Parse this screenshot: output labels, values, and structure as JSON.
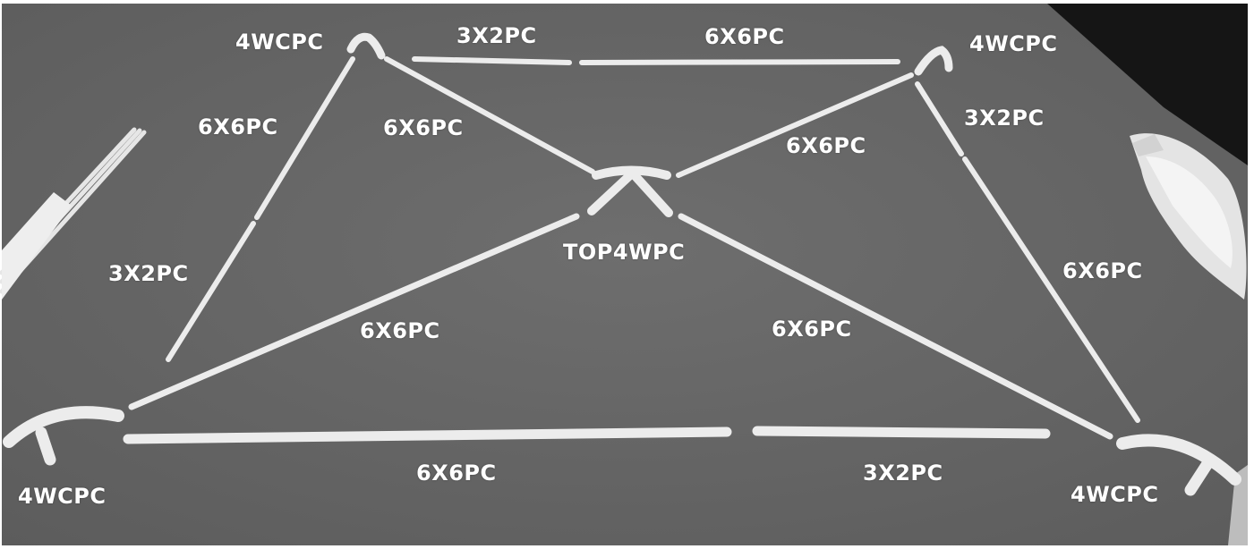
{
  "labels": {
    "corner_top_left": "4WCPC",
    "corner_top_right": "4WCPC",
    "corner_bottom_left": "4WCPC",
    "corner_bottom_right": "4WCPC",
    "top_short": "3X2PC",
    "top_long": "6X6PC",
    "left_upper": "6X6PC",
    "left_lower": "3X2PC",
    "rafter_top_left": "6X6PC",
    "rafter_top_right": "6X6PC",
    "right_upper": "3X2PC",
    "right_lower": "6X6PC",
    "top_connector": "TOP4WPC",
    "rafter_bottom_left": "6X6PC",
    "rafter_bottom_right": "6X6PC",
    "bottom_long": "6X6PC",
    "bottom_short": "3X2PC"
  },
  "colors": {
    "floor": "#676767",
    "pipe": "#ececec",
    "label": "#ffffff",
    "background": "#ffffff"
  }
}
